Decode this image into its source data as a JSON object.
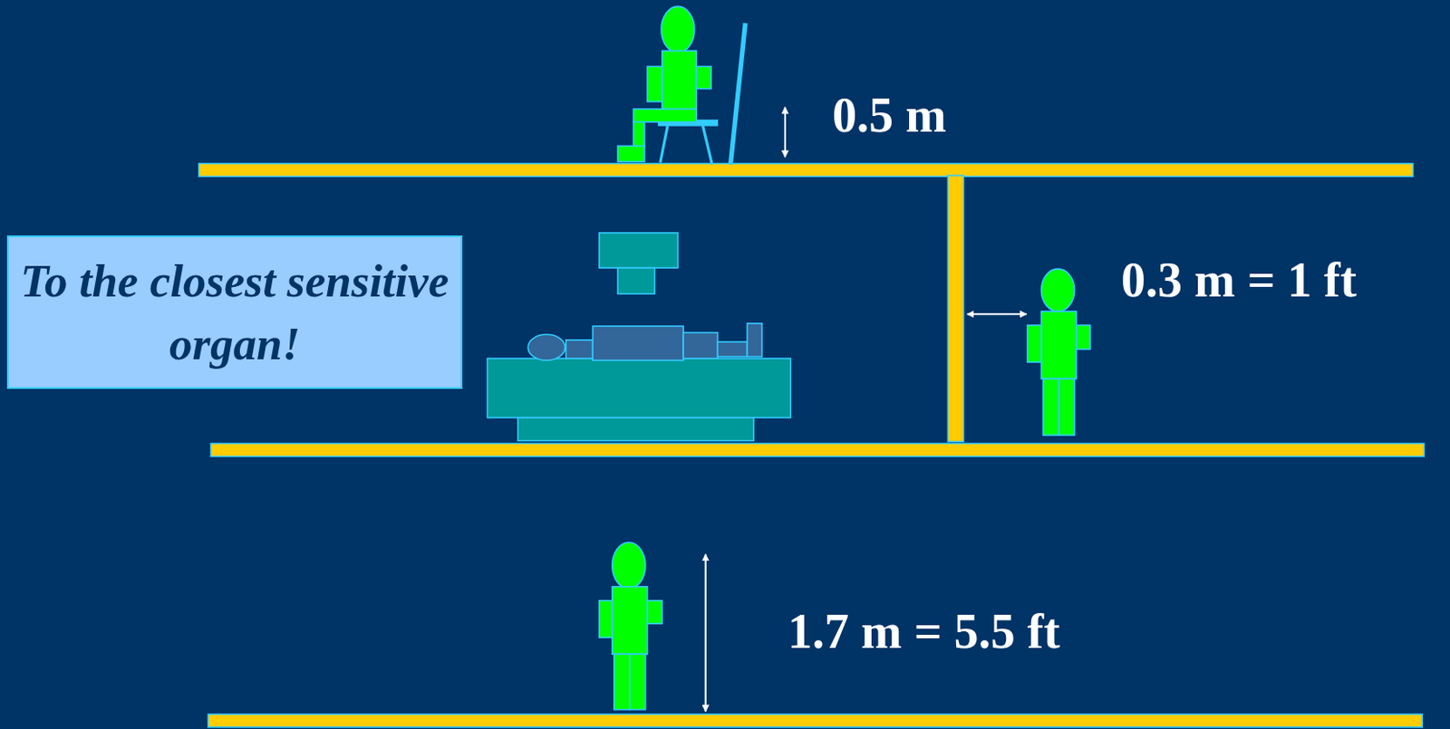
{
  "diagram": {
    "nodes": [
      {
        "text": [
          "To the closest sensitive organ!"
        ]
      }
    ],
    "labels": [
      "0.5 m",
      "0.3 m = 1 ft",
      "1.7 m = 5.5 ft"
    ]
  }
}
